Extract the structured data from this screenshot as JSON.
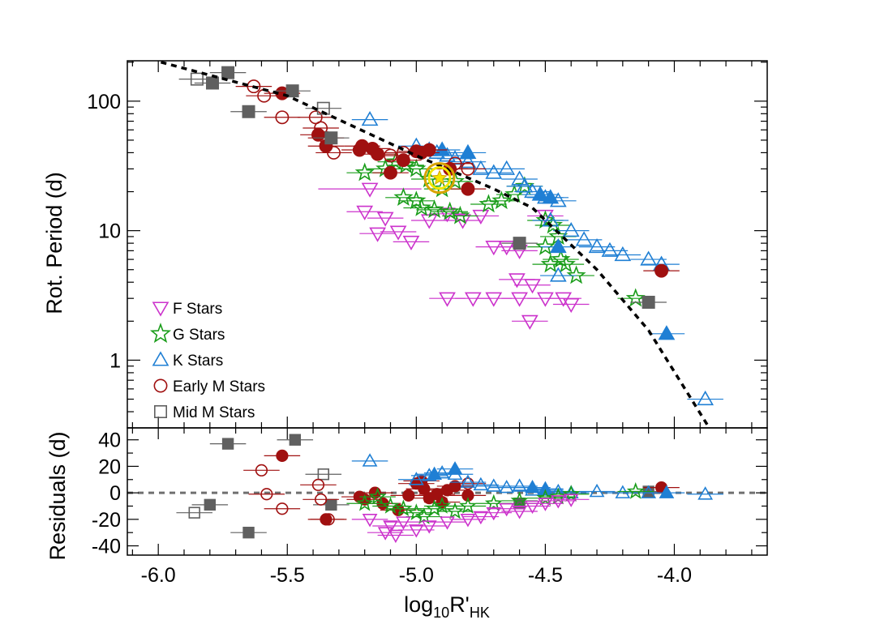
{
  "chart_data": [
    {
      "panel": "main",
      "type": "scatter",
      "title": "",
      "xlabel": "log10R'HK",
      "xlabel_parts": {
        "base": "log",
        "base_sub": "10",
        "main": "R'",
        "main_sub": "HK"
      },
      "ylabel": "Rot. Period (d)",
      "yscale": "log",
      "xlim": [
        -6.12,
        -3.64
      ],
      "ylim": [
        0.3,
        205
      ],
      "x_ticks": [
        -6.0,
        -5.5,
        -5.0,
        -4.5,
        -4.0
      ],
      "x_tick_labels": [
        "-6.0",
        "-5.5",
        "-5.0",
        "-4.5",
        "-4.0"
      ],
      "y_ticks": [
        1,
        10,
        100
      ],
      "y_tick_labels": [
        "1",
        "10",
        "100"
      ],
      "fit_line": {
        "style": "dashed",
        "color": "#000000",
        "points": [
          [
            -5.99,
            200
          ],
          [
            -5.5,
            110
          ],
          [
            -5.0,
            38
          ],
          [
            -4.7,
            21
          ],
          [
            -4.55,
            15
          ],
          [
            -4.3,
            5.0
          ],
          [
            -4.1,
            1.7
          ],
          [
            -3.86,
            0.29
          ]
        ]
      },
      "highlight": {
        "x": -4.91,
        "y": 25.5,
        "color": "#f2e600",
        "ring_color": "#d9a300"
      },
      "series": [
        {
          "name": "F Stars",
          "marker": "triangle-down",
          "color": "#cc33cc",
          "filled": false,
          "points": [
            [
              -5.18,
              21,
              0.2
            ],
            [
              -5.2,
              14
            ],
            [
              -5.12,
              12.5
            ],
            [
              -5.15,
              9.5
            ],
            [
              -5.07,
              9.8
            ],
            [
              -5.02,
              8.2
            ],
            [
              -4.95,
              12
            ],
            [
              -4.88,
              13.5
            ],
            [
              -4.82,
              12
            ],
            [
              -4.75,
              13
            ],
            [
              -4.7,
              7.5
            ],
            [
              -4.65,
              7.5
            ],
            [
              -4.61,
              4.2
            ],
            [
              -4.6,
              3.0
            ],
            [
              -4.88,
              3.0
            ],
            [
              -4.78,
              3.0
            ],
            [
              -4.7,
              3.0
            ],
            [
              -4.5,
              3.0
            ],
            [
              -4.43,
              3.0
            ],
            [
              -4.4,
              2.7
            ],
            [
              -4.56,
              2.0
            ],
            [
              -4.55,
              3.8
            ],
            [
              -4.6,
              7.0
            ],
            [
              -4.5,
              13
            ]
          ]
        },
        {
          "name": "G Stars",
          "marker": "star",
          "color": "#1a9d1a",
          "filled": false,
          "points": [
            [
              -5.2,
              28
            ],
            [
              -5.12,
              30
            ],
            [
              -5.08,
              34
            ],
            [
              -5.04,
              32
            ],
            [
              -5.0,
              30
            ],
            [
              -5.05,
              18
            ],
            [
              -5.0,
              17
            ],
            [
              -4.98,
              15
            ],
            [
              -4.93,
              14.5
            ],
            [
              -4.87,
              14
            ],
            [
              -4.83,
              13
            ],
            [
              -4.72,
              16
            ],
            [
              -4.67,
              17
            ],
            [
              -4.62,
              19
            ],
            [
              -4.58,
              22
            ],
            [
              -4.95,
              25
            ],
            [
              -4.9,
              21
            ],
            [
              -4.85,
              24
            ],
            [
              -4.5,
              12
            ],
            [
              -4.47,
              11
            ],
            [
              -4.45,
              9
            ],
            [
              -4.5,
              7.5
            ],
            [
              -4.44,
              6.0
            ],
            [
              -4.48,
              5.5
            ],
            [
              -4.42,
              5.5
            ],
            [
              -4.38,
              4.5
            ],
            [
              -4.15,
              3.0
            ]
          ]
        },
        {
          "name": "K Stars",
          "marker": "triangle",
          "color": "#1f7fd4",
          "filled": false,
          "points": [
            [
              -5.18,
              72
            ],
            [
              -5.0,
              45
            ],
            [
              -4.95,
              42
            ],
            [
              -4.92,
              40
            ],
            [
              -4.88,
              38
            ],
            [
              -4.85,
              36
            ],
            [
              -4.8,
              34
            ],
            [
              -4.75,
              30
            ],
            [
              -4.7,
              28
            ],
            [
              -4.65,
              30
            ],
            [
              -4.6,
              25
            ],
            [
              -4.58,
              22
            ],
            [
              -4.55,
              20
            ],
            [
              -4.5,
              18
            ],
            [
              -4.45,
              17
            ],
            [
              -4.48,
              12
            ],
            [
              -4.4,
              10
            ],
            [
              -4.35,
              8.5
            ],
            [
              -4.3,
              7.5
            ],
            [
              -4.25,
              7.0
            ],
            [
              -4.2,
              6.5
            ],
            [
              -4.1,
              6.0
            ],
            [
              -4.05,
              5.5
            ],
            [
              -4.45,
              4.5
            ],
            [
              -3.88,
              0.5
            ]
          ]
        },
        {
          "name": "K Stars (filled)",
          "marker": "triangle",
          "color": "#1f7fd4",
          "filled": true,
          "points": [
            [
              -4.9,
              42
            ],
            [
              -4.8,
              40
            ],
            [
              -4.52,
              19
            ],
            [
              -4.48,
              18
            ],
            [
              -4.45,
              7.5
            ],
            [
              -4.03,
              1.6
            ]
          ]
        },
        {
          "name": "Early M Stars",
          "marker": "circle",
          "color": "#a01010",
          "filled": false,
          "points": [
            [
              -5.63,
              130
            ],
            [
              -5.59,
              110
            ],
            [
              -5.52,
              75
            ],
            [
              -5.39,
              75
            ],
            [
              -5.37,
              62
            ],
            [
              -5.35,
              52
            ],
            [
              -5.32,
              40
            ],
            [
              -5.1,
              38
            ],
            [
              -5.05,
              40
            ],
            [
              -4.85,
              33
            ],
            [
              -4.8,
              30
            ]
          ]
        },
        {
          "name": "Early M Stars (filled)",
          "marker": "circle",
          "color": "#a01010",
          "filled": true,
          "points": [
            [
              -5.52,
              115
            ],
            [
              -5.38,
              55
            ],
            [
              -5.35,
              45
            ],
            [
              -5.22,
              42
            ],
            [
              -5.21,
              45
            ],
            [
              -5.17,
              43
            ],
            [
              -5.15,
              39
            ],
            [
              -5.1,
              28
            ],
            [
              -5.05,
              35
            ],
            [
              -5.0,
              41
            ],
            [
              -4.98,
              40
            ],
            [
              -4.95,
              42
            ],
            [
              -4.87,
              30
            ],
            [
              -4.8,
              21
            ],
            [
              -4.05,
              4.9
            ]
          ]
        },
        {
          "name": "Mid M Stars",
          "marker": "square",
          "color": "#606060",
          "filled": false,
          "points": [
            [
              -5.85,
              148
            ],
            [
              -5.36,
              88
            ]
          ]
        },
        {
          "name": "Mid M Stars (filled)",
          "marker": "square",
          "color": "#606060",
          "filled": true,
          "points": [
            [
              -5.79,
              138
            ],
            [
              -5.73,
              166
            ],
            [
              -5.65,
              83
            ],
            [
              -5.48,
              120
            ],
            [
              -5.33,
              52
            ],
            [
              -4.6,
              8.0
            ],
            [
              -4.1,
              2.8
            ]
          ]
        }
      ],
      "legend": {
        "position": "bottom-left",
        "entries": [
          {
            "label": "F Stars",
            "marker": "triangle-down",
            "color": "#cc33cc"
          },
          {
            "label": "G Stars",
            "marker": "star",
            "color": "#1a9d1a"
          },
          {
            "label": "K Stars",
            "marker": "triangle",
            "color": "#1f7fd4"
          },
          {
            "label": "Early M Stars",
            "marker": "circle",
            "color": "#a01010"
          },
          {
            "label": "Mid M Stars",
            "marker": "square",
            "color": "#606060"
          }
        ]
      }
    },
    {
      "panel": "residuals",
      "type": "scatter",
      "ylabel": "Residuals (d)",
      "xlim": [
        -6.12,
        -3.64
      ],
      "ylim": [
        -47,
        49
      ],
      "y_ticks": [
        40,
        20,
        0,
        -20,
        -40
      ],
      "y_tick_labels": [
        "40",
        "20",
        "0",
        "-20",
        "-40"
      ],
      "zero_line": {
        "style": "dashed",
        "color": "#707070",
        "y": 0
      },
      "series": [
        {
          "name": "Mid M Stars (filled)",
          "marker": "square",
          "color": "#606060",
          "filled": true,
          "points": [
            [
              -5.73,
              37
            ],
            [
              -5.47,
              40
            ],
            [
              -5.8,
              -9
            ],
            [
              -5.65,
              -30
            ],
            [
              -5.33,
              -9
            ],
            [
              -4.6,
              -8
            ],
            [
              -4.1,
              1
            ]
          ]
        },
        {
          "name": "Mid M Stars",
          "marker": "square",
          "color": "#606060",
          "filled": false,
          "points": [
            [
              -5.36,
              14
            ],
            [
              -5.86,
              -15
            ]
          ]
        },
        {
          "name": "Early M Stars (filled)",
          "marker": "circle",
          "color": "#a01010",
          "filled": true,
          "points": [
            [
              -5.52,
              28
            ],
            [
              -5.35,
              -20
            ],
            [
              -5.22,
              -3
            ],
            [
              -5.2,
              -5
            ],
            [
              -5.16,
              0
            ],
            [
              -5.13,
              -8
            ],
            [
              -5.07,
              -13
            ],
            [
              -5.03,
              -2
            ],
            [
              -5.0,
              7
            ],
            [
              -4.98,
              9
            ],
            [
              -4.97,
              3
            ],
            [
              -4.95,
              -4
            ],
            [
              -4.92,
              -1
            ],
            [
              -4.9,
              -7
            ],
            [
              -4.88,
              2
            ],
            [
              -4.85,
              5
            ],
            [
              -4.8,
              -2
            ],
            [
              -4.05,
              4
            ]
          ]
        },
        {
          "name": "Early M Stars",
          "marker": "circle",
          "color": "#a01010",
          "filled": false,
          "points": [
            [
              -5.6,
              17
            ],
            [
              -5.58,
              -1
            ],
            [
              -5.52,
              -12
            ],
            [
              -5.38,
              6
            ],
            [
              -5.37,
              -5
            ],
            [
              -5.34,
              -20
            ],
            [
              -4.8,
              7
            ]
          ]
        },
        {
          "name": "K Stars",
          "marker": "triangle",
          "color": "#1f7fd4",
          "filled": false,
          "points": [
            [
              -5.18,
              24
            ],
            [
              -5.0,
              10
            ],
            [
              -4.95,
              13
            ],
            [
              -4.9,
              15
            ],
            [
              -4.85,
              14
            ],
            [
              -4.8,
              8
            ],
            [
              -4.75,
              6
            ],
            [
              -4.7,
              5
            ],
            [
              -4.65,
              4
            ],
            [
              -4.6,
              5
            ],
            [
              -4.55,
              2
            ],
            [
              -4.5,
              3
            ],
            [
              -4.45,
              1
            ],
            [
              -4.4,
              0
            ],
            [
              -4.3,
              1
            ],
            [
              -4.2,
              0
            ],
            [
              -4.1,
              0
            ],
            [
              -3.88,
              -1
            ]
          ]
        },
        {
          "name": "K Stars (filled)",
          "marker": "triangle",
          "color": "#1f7fd4",
          "filled": true,
          "points": [
            [
              -4.93,
              14
            ],
            [
              -4.85,
              18
            ],
            [
              -4.55,
              4
            ],
            [
              -4.5,
              2
            ],
            [
              -4.03,
              0
            ]
          ]
        },
        {
          "name": "G Stars",
          "marker": "star",
          "color": "#1a9d1a",
          "filled": false,
          "points": [
            [
              -5.2,
              -8
            ],
            [
              -5.15,
              -3
            ],
            [
              -5.1,
              -10
            ],
            [
              -5.05,
              -12
            ],
            [
              -5.0,
              -15
            ],
            [
              -4.97,
              -18
            ],
            [
              -4.93,
              -12
            ],
            [
              -4.9,
              -10
            ],
            [
              -4.85,
              -14
            ],
            [
              -4.8,
              -10
            ],
            [
              -4.7,
              -8
            ],
            [
              -4.6,
              -6
            ],
            [
              -4.5,
              -4
            ],
            [
              -4.45,
              -3
            ],
            [
              -4.4,
              -1
            ],
            [
              -4.15,
              1
            ]
          ]
        },
        {
          "name": "F Stars",
          "marker": "triangle-down",
          "color": "#cc33cc",
          "filled": false,
          "points": [
            [
              -5.18,
              -20
            ],
            [
              -5.1,
              -25
            ],
            [
              -5.05,
              -22
            ],
            [
              -5.0,
              -28
            ],
            [
              -4.95,
              -25
            ],
            [
              -4.88,
              -22
            ],
            [
              -4.8,
              -20
            ],
            [
              -4.75,
              -18
            ],
            [
              -4.7,
              -15
            ],
            [
              -4.65,
              -12
            ],
            [
              -4.6,
              -14
            ],
            [
              -4.55,
              -10
            ],
            [
              -4.5,
              -8
            ],
            [
              -4.45,
              -6
            ],
            [
              -4.4,
              -5
            ],
            [
              -5.12,
              -30
            ],
            [
              -5.08,
              -32
            ]
          ]
        }
      ]
    }
  ]
}
